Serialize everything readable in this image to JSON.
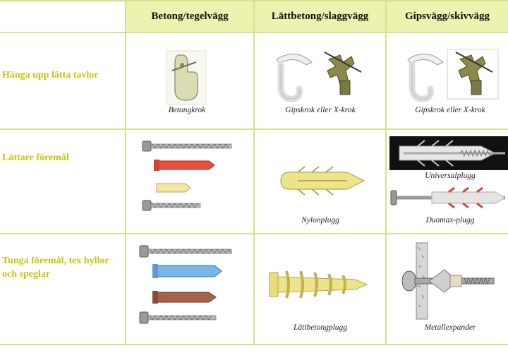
{
  "columns": [
    "Betong/tegelvägg",
    "Lättbetong/slaggvägg",
    "Gipsvägg/skivvägg"
  ],
  "rows": [
    {
      "label": "Hänga upp lätta tavlor",
      "cells": [
        {
          "captions": [
            "Betongkrok"
          ]
        },
        {
          "captions": [
            "Gipskrok eller X-krok"
          ]
        },
        {
          "captions": [
            "Gipskrok eller X-krok"
          ]
        }
      ]
    },
    {
      "label": "Lättare föremål",
      "cells": [
        {
          "captions": []
        },
        {
          "captions": [
            "Nylonplugg"
          ]
        },
        {
          "captions": [
            "Universalplugg",
            "Duomax-plugg"
          ]
        }
      ]
    },
    {
      "label": "Tunga föremål, tex hyllor och speglar",
      "cells": [
        {
          "captions": []
        },
        {
          "captions": [
            "Lättbetongplugg"
          ]
        },
        {
          "captions": [
            "Metallexpander"
          ]
        }
      ]
    }
  ],
  "colors": {
    "accent": "#c2c60e",
    "header_bg": "#eef2b0",
    "grid": "#d8e08a"
  }
}
